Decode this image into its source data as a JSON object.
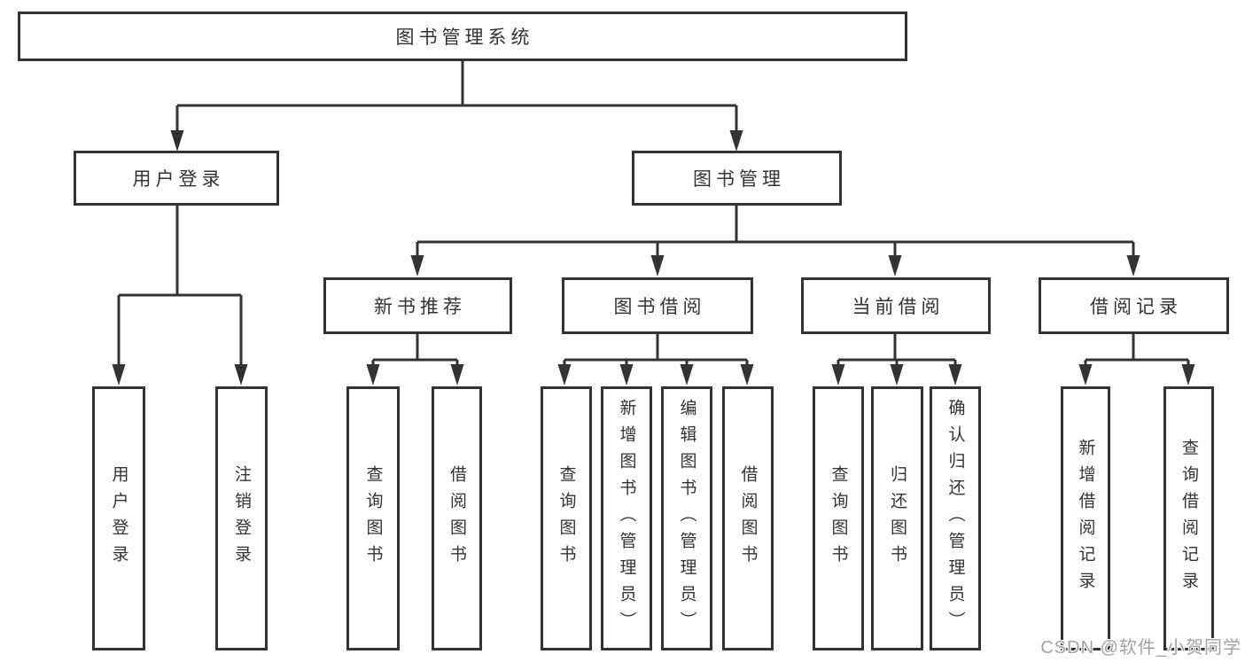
{
  "tree": {
    "label": "图书管理系统",
    "children": [
      {
        "label": "用户登录",
        "children": [
          {
            "label": "用户登录"
          },
          {
            "label": "注销登录"
          }
        ]
      },
      {
        "label": "图书管理",
        "children": [
          {
            "label": "新书推荐",
            "children": [
              {
                "label": "查询图书"
              },
              {
                "label": "借阅图书"
              }
            ]
          },
          {
            "label": "图书借阅",
            "children": [
              {
                "label": "查询图书"
              },
              {
                "label": "新增图书（管理员）"
              },
              {
                "label": "编辑图书（管理员）"
              },
              {
                "label": "借阅图书"
              }
            ]
          },
          {
            "label": "当前借阅",
            "children": [
              {
                "label": "查询图书"
              },
              {
                "label": "归还图书"
              },
              {
                "label": "确认归还（管理员）"
              }
            ]
          },
          {
            "label": "借阅记录",
            "children": [
              {
                "label": "新增借阅记录"
              },
              {
                "label": "查询借阅记录"
              }
            ]
          }
        ]
      }
    ]
  },
  "watermark": "CSDN @软件_小贺同学",
  "colors": {
    "line": "#333333",
    "text": "#333333",
    "node_fill": "#ffffff",
    "background": "#ffffff",
    "watermark": "#a3a3a3"
  }
}
